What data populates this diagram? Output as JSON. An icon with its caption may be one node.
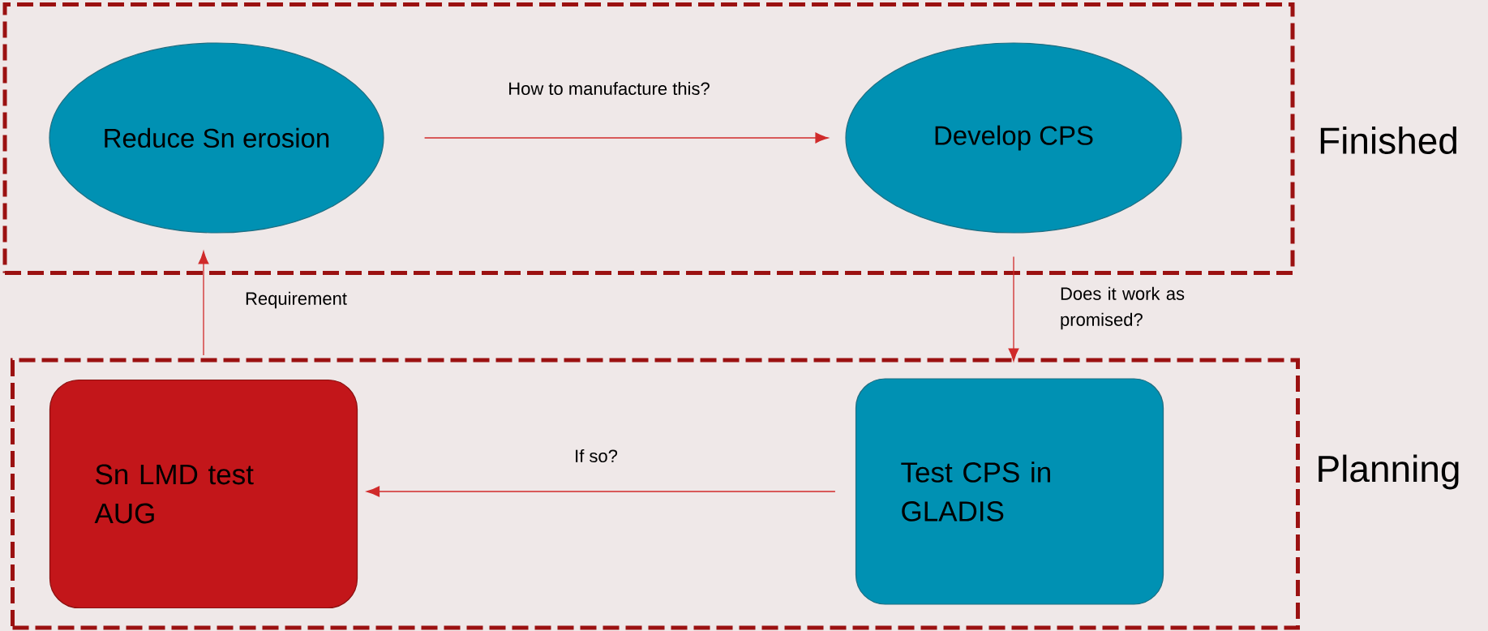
{
  "diagram": {
    "nodes": [
      {
        "text": [
          "Finished"
        ]
      },
      {
        "text": [
          "Reduce Sn erosion"
        ],
        "in": 0
      },
      {
        "text": [
          "Develop CPS"
        ],
        "in": 0
      },
      {
        "text": [
          "Planning"
        ]
      },
      {
        "text": [
          "Sn LMD test AUG"
        ],
        "in": 3
      },
      {
        "text": [
          "Test CPS in GLADIS"
        ],
        "in": 3
      }
    ],
    "edges": [
      {
        "from": 1,
        "to": 2,
        "arrow": "to",
        "label": "How to manufacture this?"
      },
      {
        "from": 2,
        "to": 5,
        "arrow": "to",
        "label": "Does it work as promised?"
      },
      {
        "from": 5,
        "to": 4,
        "arrow": "to",
        "label": "If so?"
      },
      {
        "from": 4,
        "to": 1,
        "arrow": "to",
        "label": "Requirement"
      }
    ]
  }
}
